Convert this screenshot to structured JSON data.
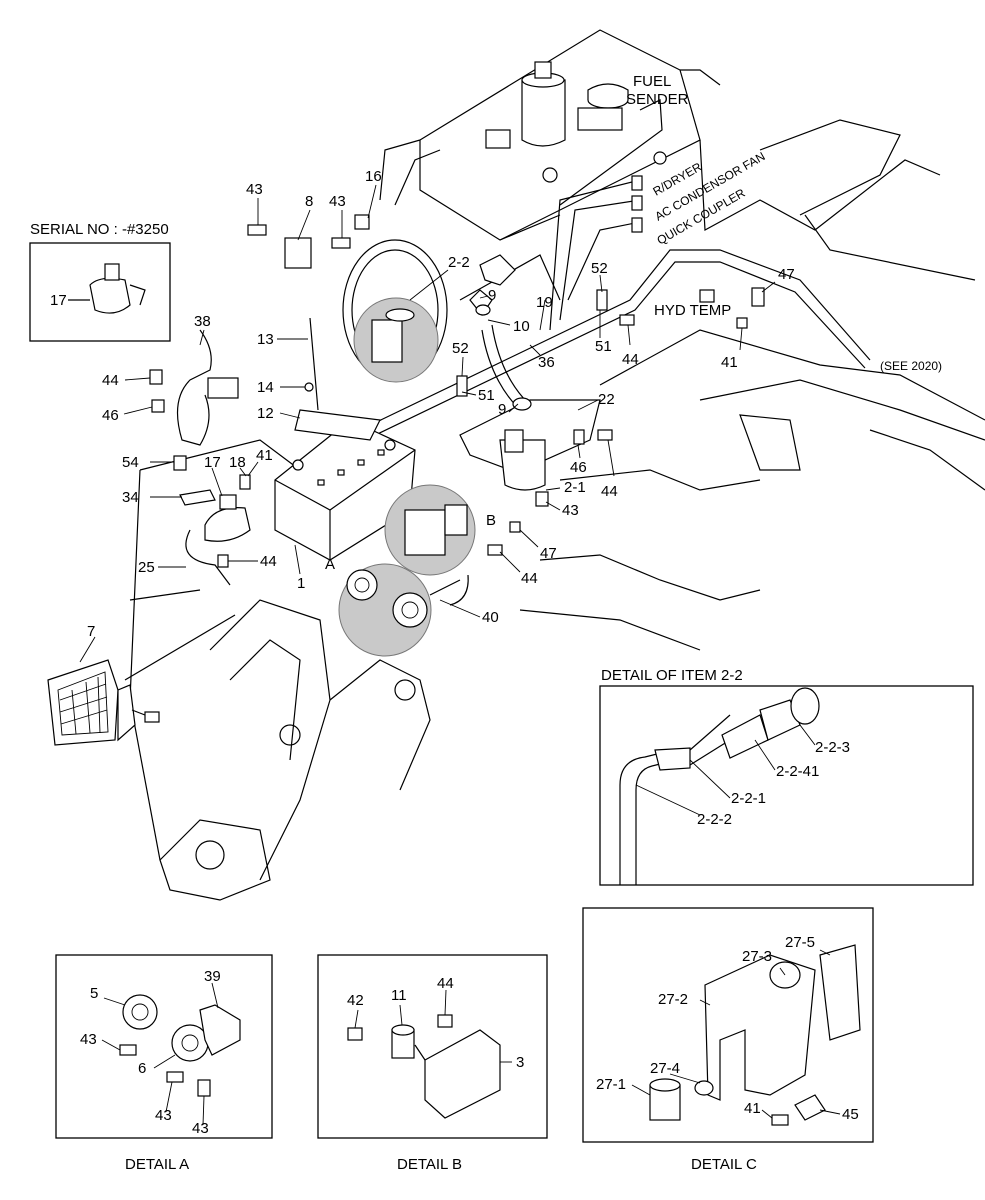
{
  "serial": "SERIAL NO : -#3250",
  "fuel_sender": [
    "FUEL",
    "SENDER"
  ],
  "connectors": [
    "R/DRYER",
    "AC CONDENSOR FAN",
    "QUICK COUPLER"
  ],
  "hyd_temp": "HYD TEMP",
  "see_ref": "(SEE 2020)",
  "zone_a": "A",
  "zone_b": "B",
  "detail_item_title": "DETAIL OF ITEM 2-2",
  "captions": {
    "a": "DETAIL A",
    "b": "DETAIL B",
    "c": "DETAIL C"
  },
  "main_labels": [
    {
      "id": "l43a",
      "t": "43"
    },
    {
      "id": "l8",
      "t": "8"
    },
    {
      "id": "l43b",
      "t": "43"
    },
    {
      "id": "l16",
      "t": "16"
    },
    {
      "id": "l22a",
      "t": "2-2"
    },
    {
      "id": "l9a",
      "t": "9"
    },
    {
      "id": "l19",
      "t": "19"
    },
    {
      "id": "l10",
      "t": "10"
    },
    {
      "id": "l52a",
      "t": "52"
    },
    {
      "id": "l51a",
      "t": "51"
    },
    {
      "id": "l44a",
      "t": "44"
    },
    {
      "id": "l47a",
      "t": "47"
    },
    {
      "id": "l41a",
      "t": "41"
    },
    {
      "id": "l36",
      "t": "36"
    },
    {
      "id": "l13",
      "t": "13"
    },
    {
      "id": "l38",
      "t": "38"
    },
    {
      "id": "l44b",
      "t": "44"
    },
    {
      "id": "l46a",
      "t": "46"
    },
    {
      "id": "l14",
      "t": "14"
    },
    {
      "id": "l52b",
      "t": "52"
    },
    {
      "id": "l51b",
      "t": "51"
    },
    {
      "id": "l12",
      "t": "12"
    },
    {
      "id": "l9b",
      "t": "9"
    },
    {
      "id": "l22",
      "t": "22"
    },
    {
      "id": "l46b",
      "t": "46"
    },
    {
      "id": "l44c",
      "t": "44"
    },
    {
      "id": "l21",
      "t": "2-1"
    },
    {
      "id": "l43c",
      "t": "43"
    },
    {
      "id": "l54",
      "t": "54"
    },
    {
      "id": "l17b",
      "t": "17"
    },
    {
      "id": "l18",
      "t": "18"
    },
    {
      "id": "l41b",
      "t": "41"
    },
    {
      "id": "l34",
      "t": "34"
    },
    {
      "id": "l47b",
      "t": "47"
    },
    {
      "id": "l44d",
      "t": "44"
    },
    {
      "id": "l25",
      "t": "25"
    },
    {
      "id": "l44e",
      "t": "44"
    },
    {
      "id": "l1",
      "t": "1"
    },
    {
      "id": "l40",
      "t": "40"
    },
    {
      "id": "l7",
      "t": "7"
    },
    {
      "id": "l17a",
      "t": "17"
    }
  ],
  "detail_labels": [
    {
      "id": "d223",
      "t": "2-2-3"
    },
    {
      "id": "d2241",
      "t": "2-2-41"
    },
    {
      "id": "d221",
      "t": "2-2-1"
    },
    {
      "id": "d222",
      "t": "2-2-2"
    },
    {
      "id": "a5",
      "t": "5"
    },
    {
      "id": "a39",
      "t": "39"
    },
    {
      "id": "a43a",
      "t": "43"
    },
    {
      "id": "a6",
      "t": "6"
    },
    {
      "id": "a43b",
      "t": "43"
    },
    {
      "id": "a43c",
      "t": "43"
    },
    {
      "id": "b44",
      "t": "44"
    },
    {
      "id": "b42",
      "t": "42"
    },
    {
      "id": "b11",
      "t": "11"
    },
    {
      "id": "b3",
      "t": "3"
    },
    {
      "id": "c273",
      "t": "27-3"
    },
    {
      "id": "c275",
      "t": "27-5"
    },
    {
      "id": "c272",
      "t": "27-2"
    },
    {
      "id": "c274",
      "t": "27-4"
    },
    {
      "id": "c271",
      "t": "27-1"
    },
    {
      "id": "c41",
      "t": "41"
    },
    {
      "id": "c45",
      "t": "45"
    }
  ]
}
